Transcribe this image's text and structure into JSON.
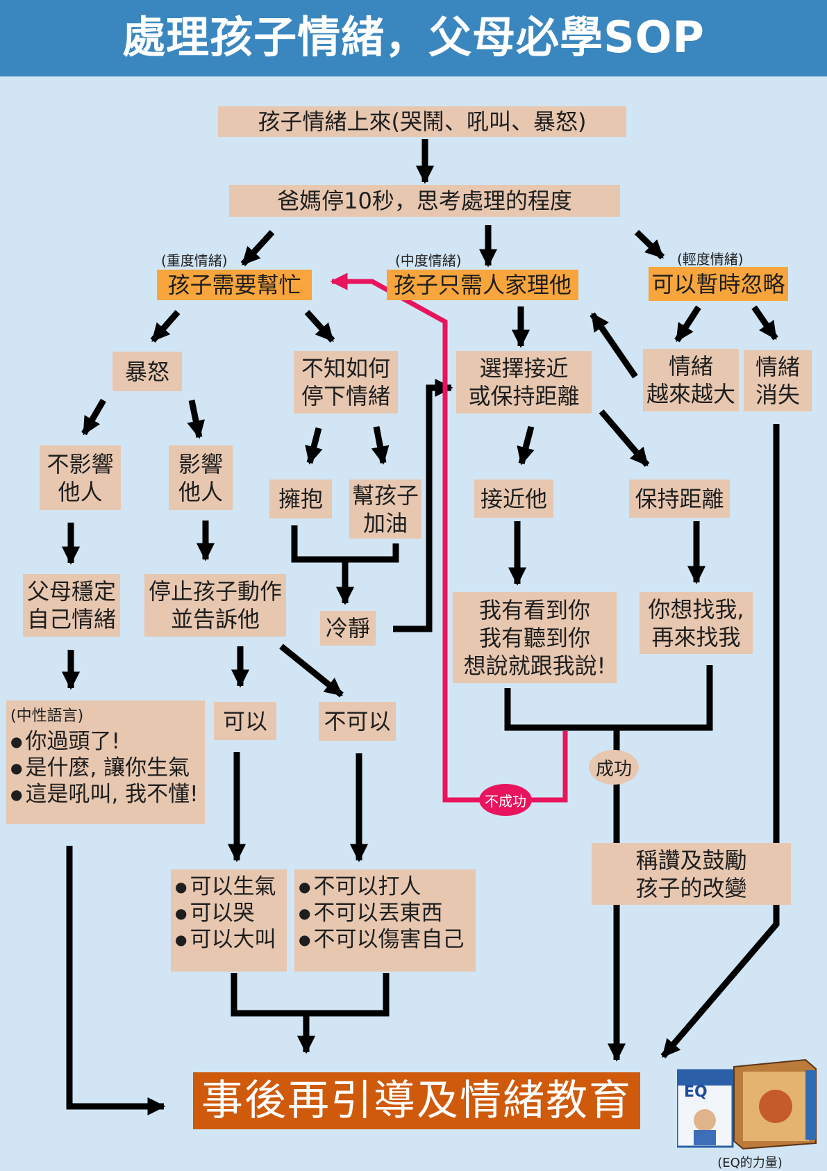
{
  "title": "處理孩子情緒，父母必學SOP",
  "nodes": {
    "start": "孩子情緒上來(哭鬧、吼叫、暴怒)",
    "pause": "爸媽停10秒，思考處理的程度",
    "severe_tag": "(重度情緒)",
    "moderate_tag": "(中度情緒)",
    "mild_tag": "(輕度情緒)",
    "severe": "孩子需要幫忙",
    "moderate": "孩子只需人家理他",
    "mild": "可以暫時忽略",
    "rage": "暴怒",
    "cant_stop": "不知如何\n停下情緒",
    "choose": "選擇接近\n或保持距離",
    "escalate": "情緒\n越來越大",
    "vanish": "情緒\n消失",
    "no_affect": "不影響\n他人",
    "affect": "影響\n他人",
    "hug": "擁抱",
    "cheer": "幫孩子\n加油",
    "approach": "接近他",
    "distance": "保持距離",
    "parent_stable": "父母穩定\n自己情緒",
    "stop_action": "停止孩子動作\n並告訴他",
    "calm": "冷靜",
    "see_hear": "我有看到你\n我有聽到你\n想說就跟我說!",
    "find_me": "你想找我,\n再來找我",
    "neutral_title": "(中性語言)",
    "neutral_items": [
      "你過頭了!",
      "是什麼, 讓你生氣",
      "這是吼叫, 我不懂!"
    ],
    "can": "可以",
    "cannot": "不可以",
    "can_items": [
      "可以生氣",
      "可以哭",
      "可以大叫"
    ],
    "cannot_items": [
      "不可以打人",
      "不可以丟東西",
      "不可以傷害自己"
    ],
    "praise": "稱讚及鼓勵\n孩子的改變",
    "success": "成功",
    "fail": "不成功",
    "final": "事後再引導及情緒教育"
  },
  "book_caption": "(EQ的力量)",
  "colors": {
    "header": "#3a87c0",
    "background": "#d1e5f4",
    "box": "#e7c7b0",
    "highlight_box": "#f7a53c",
    "final_box": "#cf5a0b",
    "fail_path": "#e8145d",
    "arrows": "#000000"
  }
}
